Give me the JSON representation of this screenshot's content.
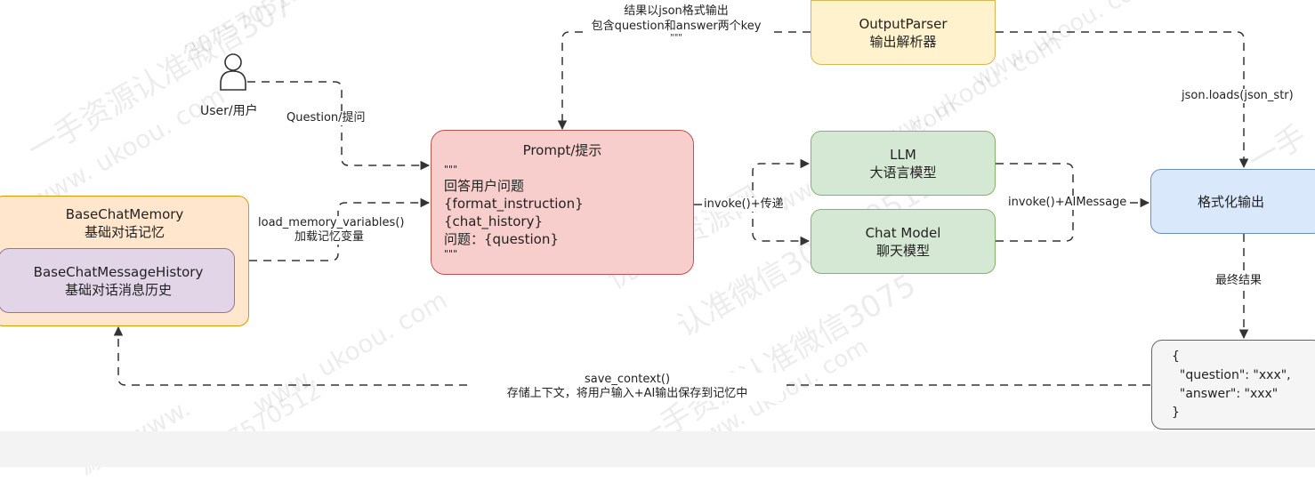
{
  "colors": {
    "output_parser": {
      "fill": "#fff2cc",
      "stroke": "#d6b656"
    },
    "prompt": {
      "fill": "#f8cecc",
      "stroke": "#b85450"
    },
    "model": {
      "fill": "#d5e8d4",
      "stroke": "#82b366"
    },
    "memory": {
      "fill": "#ffe6cc",
      "stroke": "#d79b00"
    },
    "history": {
      "fill": "#e1d5e7",
      "stroke": "#9673a6"
    },
    "format_output": {
      "fill": "#dae8fc",
      "stroke": "#6c8ebf"
    },
    "result": {
      "fill": "#f5f5f5",
      "stroke": "#666666"
    },
    "line": "#333333"
  },
  "nodes": {
    "user": {
      "label": "User/用户",
      "icon": "person-icon"
    },
    "output_parser": {
      "line1": "OutputParser",
      "line2": "输出解析器"
    },
    "prompt": {
      "title": "Prompt/提示",
      "lines": [
        "\"\"\"",
        "回答用户问题",
        "{format_instruction}",
        "{chat_history}",
        "问题：{question}",
        "\"\"\""
      ]
    },
    "llm": {
      "line1": "LLM",
      "line2": "大语言模型"
    },
    "chat_model": {
      "line1": "Chat Model",
      "line2": "聊天模型"
    },
    "memory": {
      "line1": "BaseChatMemory",
      "line2": "基础对话记忆"
    },
    "history": {
      "line1": "BaseChatMessageHistory",
      "line2": "基础对话消息历史"
    },
    "format_output": {
      "label": "格式化输出"
    },
    "result": {
      "lines": [
        "{",
        "  \"question\": \"xxx\",",
        "  \"answer\": \"xxx\"",
        "}"
      ]
    }
  },
  "edges": {
    "format_note": {
      "lines": [
        "\"\"\"",
        "结果以json格式输出",
        "包含question和answer两个key",
        "\"\"\""
      ]
    },
    "question": "Question/提问",
    "load_memory": {
      "line1": "load_memory_variables()",
      "line2": "加载记忆变量"
    },
    "invoke_pass": "invoke()+传递",
    "invoke_ai": "invoke()+AIMessage",
    "json_loads": "json.loads(json_str)",
    "final_result": "最终结果",
    "save_context": {
      "line1": "save_context()",
      "line2": "存储上下文，将用户输入+AI输出保存到记忆中"
    }
  },
  "watermarks": [
    "一手资源认准微信307",
    "www. ukoou. com",
    "www. ukoou. com",
    "www. ukoou. com",
    "优库it资源网",
    "认准微信307570512",
    "www. ukoou. com",
    "一手资源认准微信3075",
    "www. ukoou. com",
    "源网 www.",
    "307570512",
    "www. ukoou. com",
    "307570512",
    "一手",
    "w"
  ]
}
